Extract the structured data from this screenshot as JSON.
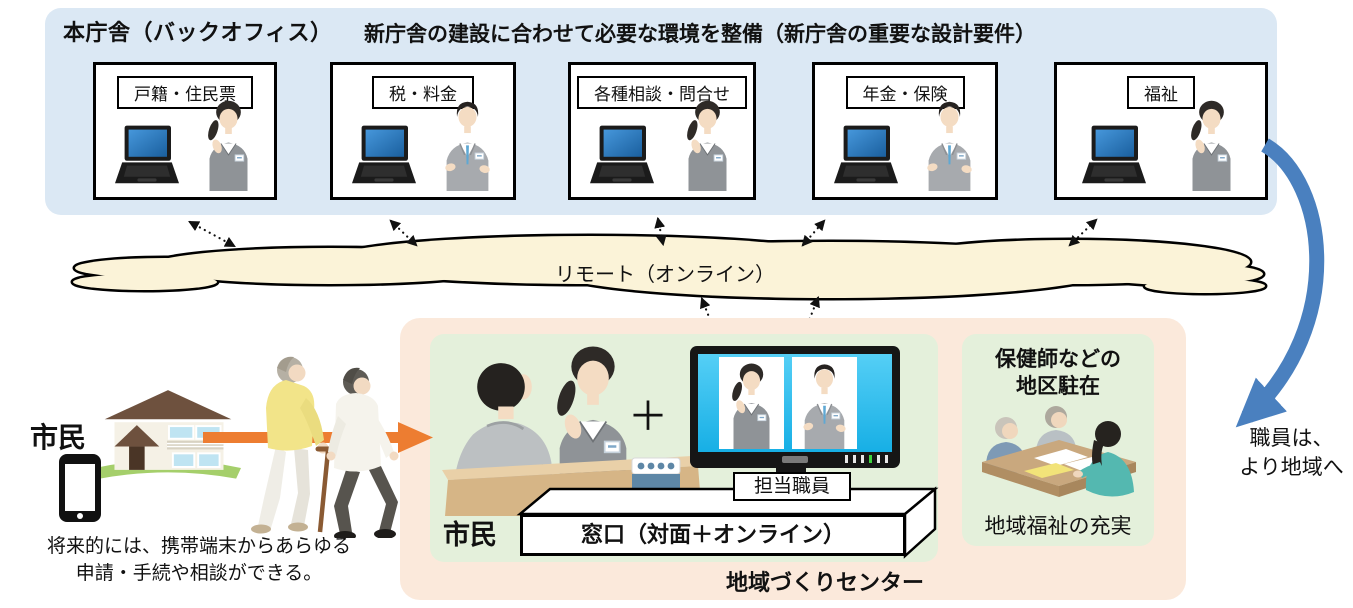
{
  "title": {
    "back_office": "本庁舎（バックオフィス）",
    "requirement": "新庁舎の建設に合わせて必要な環境を整備（新庁舎の重要な設計要件）"
  },
  "departments": [
    {
      "label": "戸籍・住民票"
    },
    {
      "label": "税・料金"
    },
    {
      "label": "各種相談・問合せ"
    },
    {
      "label": "年金・保険"
    },
    {
      "label": "福祉"
    }
  ],
  "cloud": {
    "label": "リモート（オンライン）"
  },
  "citizen": {
    "label": "市民",
    "note_line1": "将来的には、携帯端末からあらゆる",
    "note_line2": "申請・手続や相談ができる。"
  },
  "community_center": {
    "name": "地域づくりセンター",
    "counter": {
      "citizen_label": "市民",
      "plus": "＋",
      "staff_label": "担当職員",
      "window_label": "窓口（対面＋オンライン）"
    },
    "outreach": {
      "title_line1": "保健師などの",
      "title_line2": "地区駐在",
      "caption": "地域福祉の充実"
    }
  },
  "staff_note": {
    "line1": "職員は、",
    "line2": "より地域へ"
  },
  "colors": {
    "panel_blue": "#DBE8F4",
    "panel_peach": "#FBE9DB",
    "panel_green": "#E4F0DB",
    "cloud_fill": "#FBF3D8",
    "arrow_orange": "#ED7D31",
    "arrow_blue": "#4A80BF",
    "laptop_screen": "#2E78B8",
    "monitor_screen": "#29C2F0"
  }
}
